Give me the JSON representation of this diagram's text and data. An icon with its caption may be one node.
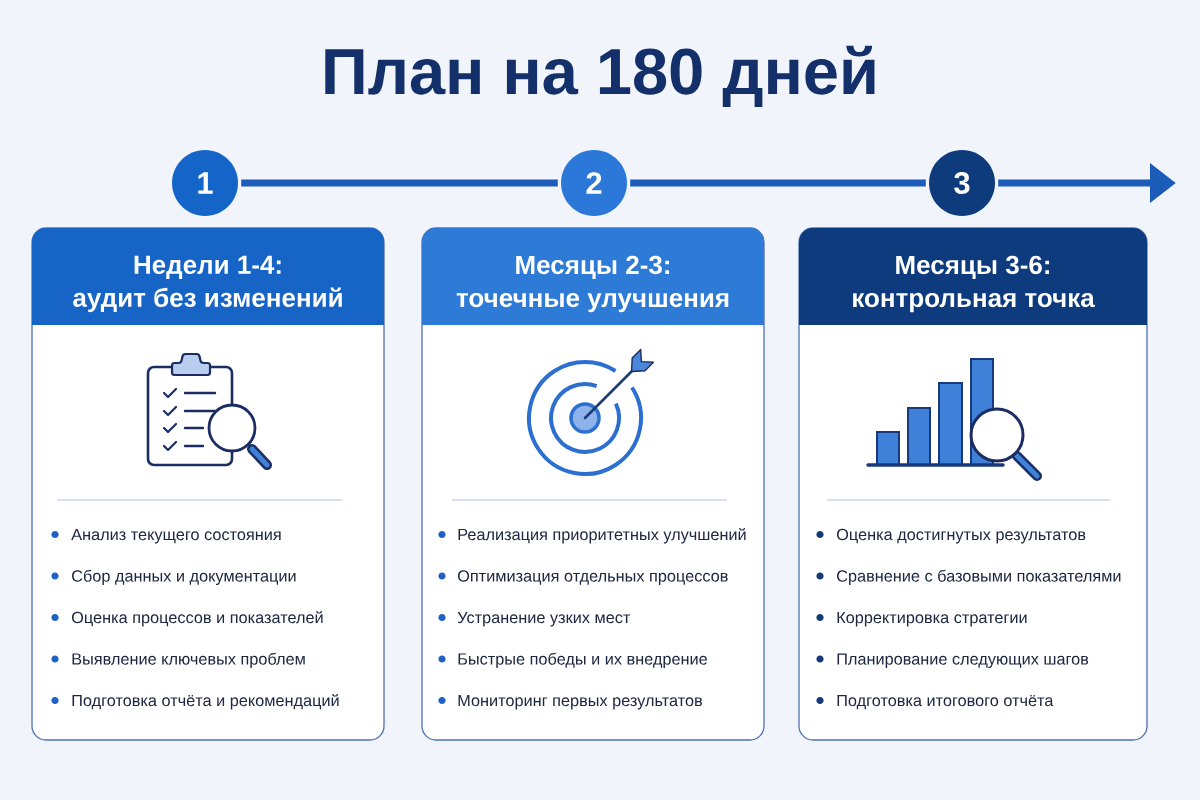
{
  "diagram": {
    "title": "План на 180 дней",
    "nodes": [
      {
        "text": [
          "1"
        ]
      },
      {
        "text": [
          "2"
        ]
      },
      {
        "text": [
          "3"
        ]
      },
      {
        "text": [
          "Недели 1-4: аудит без изменений",
          "Анализ текущего состояния",
          "Сбор данных и документации",
          "Оценка процессов и показателей",
          "Выявление ключевых проблем",
          "Подготовка отчёта и рекомендаций"
        ]
      },
      {
        "text": [
          "Месяцы 2-3: точечные улучшения",
          "Реализация приоритетных улучшений",
          "Оптимизация отдельных процессов",
          "Устранение узких мест",
          "Быстрые победы и их внедрение",
          "Мониторинг первых результатов"
        ]
      },
      {
        "text": [
          "Месяцы 3-6: контрольная точка",
          "Оценка достигнутых результатов",
          "Сравнение с базовыми показателями",
          "Корректировка стратегии",
          "Планирование следующих шагов",
          "Подготовка итогового отчёта"
        ]
      }
    ],
    "edges": [
      {
        "from": 0,
        "to": 1,
        "arrow": "none"
      },
      {
        "from": 1,
        "to": 2,
        "arrow": "none"
      },
      {
        "from": 2,
        "to": null,
        "arrow": "to"
      }
    ]
  }
}
